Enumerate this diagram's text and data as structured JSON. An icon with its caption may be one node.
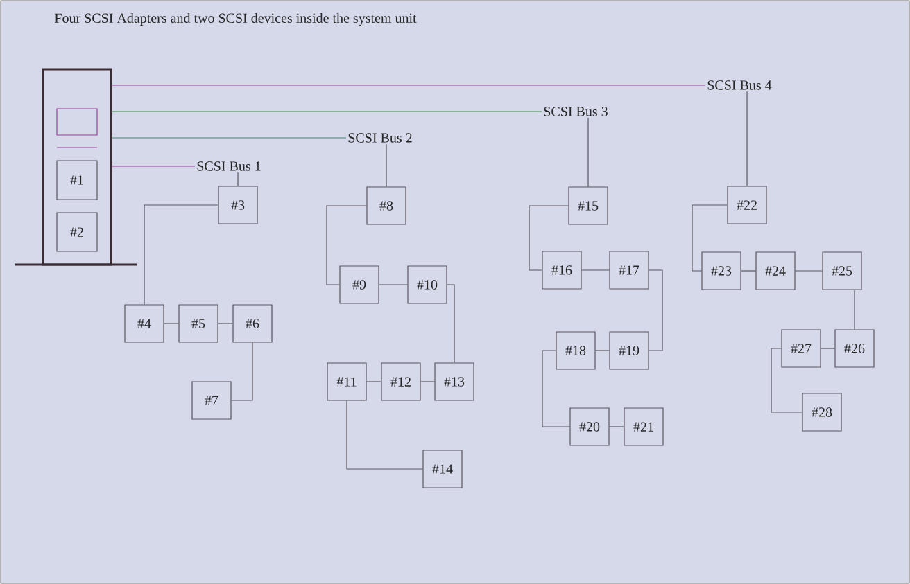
{
  "diagram": {
    "title": "Four SCSI Adapters and two SCSI devices inside the system unit",
    "nodes": [
      {
        "text": [],
        "shape": "box"
      },
      {
        "text": [],
        "shape": "box",
        "in": 0
      },
      {
        "text": [
          "#1"
        ],
        "in": 0
      },
      {
        "text": [
          "#2"
        ],
        "in": 0
      },
      {
        "text": [
          "SCSI Bus 4"
        ]
      },
      {
        "text": [
          "SCSI Bus 3"
        ]
      },
      {
        "text": [
          "SCSI Bus 2"
        ]
      },
      {
        "text": [
          "SCSI Bus 1"
        ]
      },
      {
        "text": [
          "#3"
        ]
      },
      {
        "text": [
          "#4"
        ]
      },
      {
        "text": [
          "#5"
        ]
      },
      {
        "text": [
          "#6"
        ]
      },
      {
        "text": [
          "#7"
        ]
      },
      {
        "text": [
          "#8"
        ]
      },
      {
        "text": [
          "#9"
        ]
      },
      {
        "text": [
          "#10"
        ]
      },
      {
        "text": [
          "#11"
        ]
      },
      {
        "text": [
          "#12"
        ]
      },
      {
        "text": [
          "#13"
        ]
      },
      {
        "text": [
          "#14"
        ]
      },
      {
        "text": [
          "#15"
        ]
      },
      {
        "text": [
          "#16"
        ]
      },
      {
        "text": [
          "#17"
        ]
      },
      {
        "text": [
          "#18"
        ]
      },
      {
        "text": [
          "#19"
        ]
      },
      {
        "text": [
          "#20"
        ]
      },
      {
        "text": [
          "#21"
        ]
      },
      {
        "text": [
          "#22"
        ]
      },
      {
        "text": [
          "#23"
        ]
      },
      {
        "text": [
          "#24"
        ]
      },
      {
        "text": [
          "#25"
        ]
      },
      {
        "text": [
          "#26"
        ]
      },
      {
        "text": [
          "#27"
        ]
      },
      {
        "text": [
          "#28"
        ]
      }
    ],
    "edges": [
      {
        "from": 0,
        "to": 4,
        "arrow": "none",
        "color": "#9a3f9a"
      },
      {
        "from": 0,
        "to": 5,
        "arrow": "none",
        "color": "#3f8a45"
      },
      {
        "from": 0,
        "to": 6,
        "arrow": "none",
        "color": "#3f8a70"
      },
      {
        "from": 0,
        "to": 7,
        "arrow": "none",
        "color": "#9a3f9a"
      },
      {
        "from": 7,
        "to": 8,
        "arrow": "none"
      },
      {
        "from": 6,
        "to": 13,
        "arrow": "none"
      },
      {
        "from": 5,
        "to": 20,
        "arrow": "none"
      },
      {
        "from": 4,
        "to": 27,
        "arrow": "none"
      },
      {
        "from": 8,
        "to": 9,
        "arrow": "none"
      },
      {
        "from": 9,
        "to": 10,
        "arrow": "none"
      },
      {
        "from": 10,
        "to": 11,
        "arrow": "none"
      },
      {
        "from": 11,
        "to": 12,
        "arrow": "none"
      },
      {
        "from": 13,
        "to": 14,
        "arrow": "none"
      },
      {
        "from": 14,
        "to": 15,
        "arrow": "none"
      },
      {
        "from": 15,
        "to": 18,
        "arrow": "none"
      },
      {
        "from": 16,
        "to": 17,
        "arrow": "none"
      },
      {
        "from": 17,
        "to": 18,
        "arrow": "none"
      },
      {
        "from": 16,
        "to": 19,
        "arrow": "none"
      },
      {
        "from": 20,
        "to": 21,
        "arrow": "none"
      },
      {
        "from": 21,
        "to": 22,
        "arrow": "none"
      },
      {
        "from": 22,
        "to": 24,
        "arrow": "none"
      },
      {
        "from": 23,
        "to": 24,
        "arrow": "none"
      },
      {
        "from": 23,
        "to": 25,
        "arrow": "none"
      },
      {
        "from": 25,
        "to": 26,
        "arrow": "none"
      },
      {
        "from": 27,
        "to": 28,
        "arrow": "none"
      },
      {
        "from": 28,
        "to": 29,
        "arrow": "none"
      },
      {
        "from": 29,
        "to": 30,
        "arrow": "none"
      },
      {
        "from": 30,
        "to": 31,
        "arrow": "none"
      },
      {
        "from": 32,
        "to": 31,
        "arrow": "none"
      },
      {
        "from": 32,
        "to": 33,
        "arrow": "none"
      }
    ]
  }
}
